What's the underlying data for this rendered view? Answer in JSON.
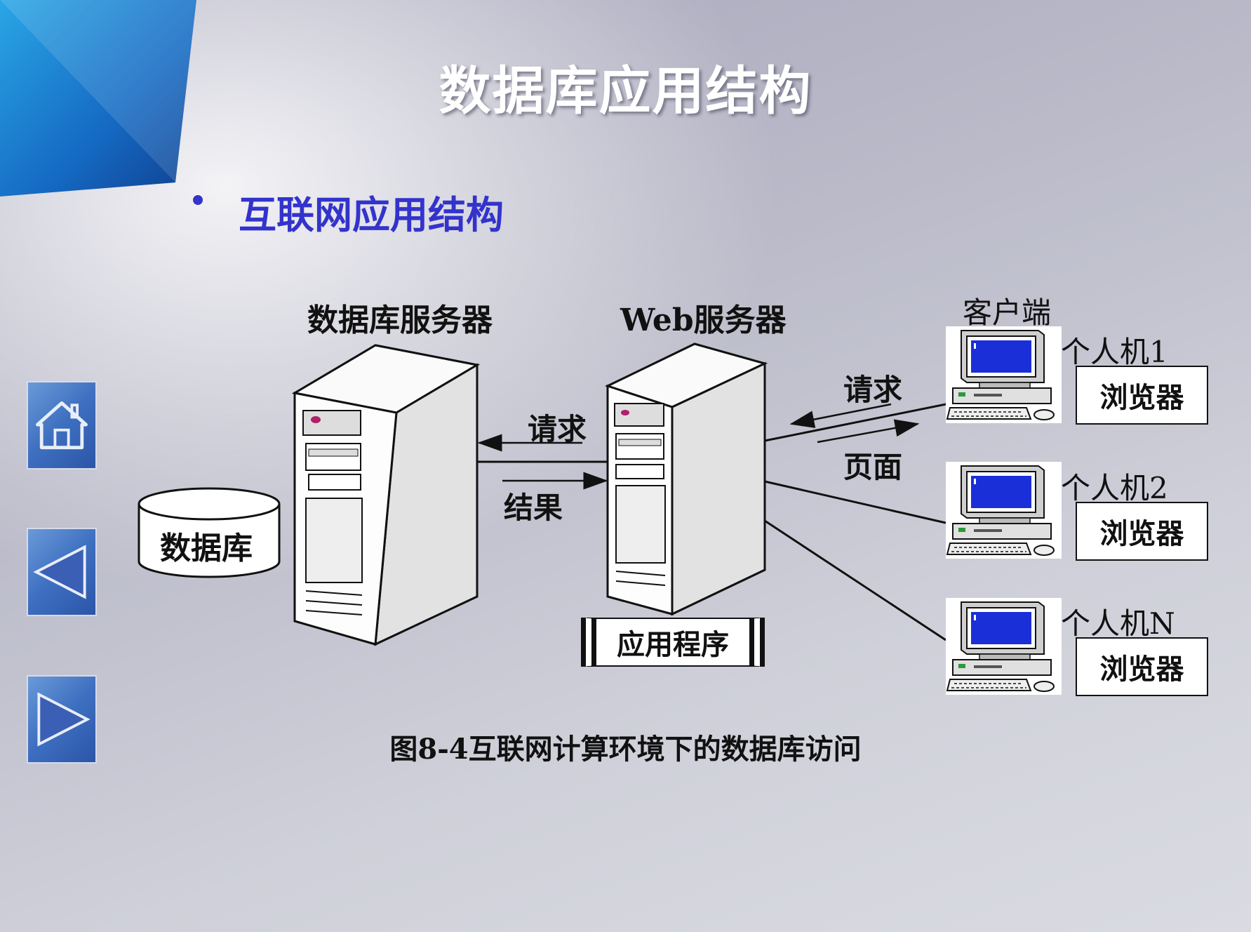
{
  "slide": {
    "title": "数据库应用结构",
    "bullet": "互联网应用结构"
  },
  "diagram": {
    "db_server_label": "数据库服务器",
    "web_server_label": "Web服务器",
    "client_label": "客户端",
    "database_label": "数据库",
    "app_label": "应用程序",
    "db_request_label": "请求",
    "db_result_label": "结果",
    "web_request_label": "请求",
    "web_page_label": "页面",
    "clients": [
      {
        "name": "个人机1",
        "browser": "浏览器"
      },
      {
        "name": "个人机2",
        "browser": "浏览器"
      },
      {
        "name": "个人机N",
        "browser": "浏览器"
      }
    ],
    "caption": "图8-4互联网计算环境下的数据库访问"
  },
  "nav": {
    "home_icon": "home-icon",
    "prev_icon": "triangle-left-icon",
    "next_icon": "triangle-right-icon"
  },
  "colors": {
    "title": "#ffffff",
    "bullet": "#3333cc",
    "nav_button": "#3e6fc0",
    "screen": "#1a2fd8"
  }
}
